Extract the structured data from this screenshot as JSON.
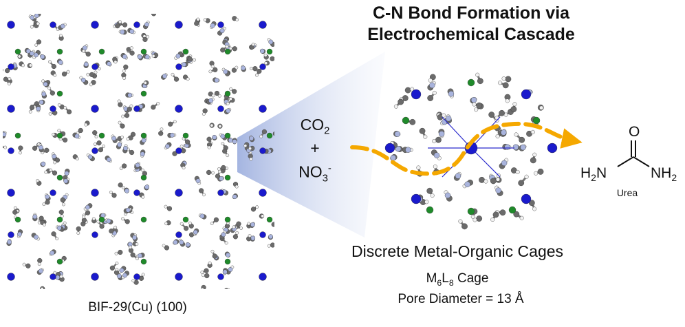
{
  "title_line1": "C-N Bond Formation via",
  "title_line2": "Electrochemical Cascade",
  "framework_caption": "BIF-29(Cu) (100)",
  "reactants": {
    "co2_main": "CO",
    "co2_sub": "2",
    "plus": "+",
    "no3_main": "NO",
    "no3_sub": "3",
    "no3_sup": "-"
  },
  "product": {
    "o_label": "O",
    "nh2_left_main": "H",
    "nh2_left_sub": "2",
    "nh2_left_tail": "N",
    "nh2_right_main": "NH",
    "nh2_right_sub": "2",
    "name": "Urea"
  },
  "cage_caption": "Discrete Metal-Organic Cages",
  "cage_type": {
    "m": "M",
    "m_sub": "6",
    "l": "L",
    "l_sub": "8",
    "tail": " Cage"
  },
  "pore_diameter": "Pore Diameter = 13 Å",
  "colors": {
    "metal_blue": "#1a1acc",
    "boron_green": "#1f8a2a",
    "carbon_gray": "#6b6b6b",
    "nitrogen_light": "#a9b4dd",
    "hydrogen_white": "#f2f2f2",
    "arrow_orange": "#f5a800"
  }
}
